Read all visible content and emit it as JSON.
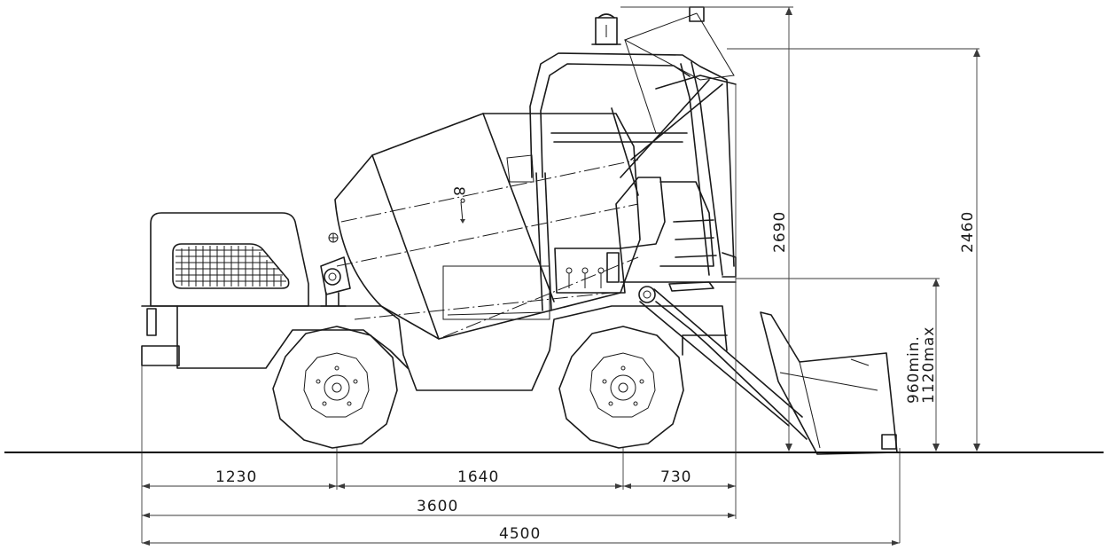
{
  "dimensions": {
    "rear_overhang": "1230",
    "wheelbase": "1640",
    "front_overhang": "730",
    "length_body": "3600",
    "length_total": "4500",
    "height_max": "2690",
    "height_cab": "2460",
    "discharge_min": "960min.",
    "discharge_max": "1120max",
    "drum_angle": "8°"
  }
}
